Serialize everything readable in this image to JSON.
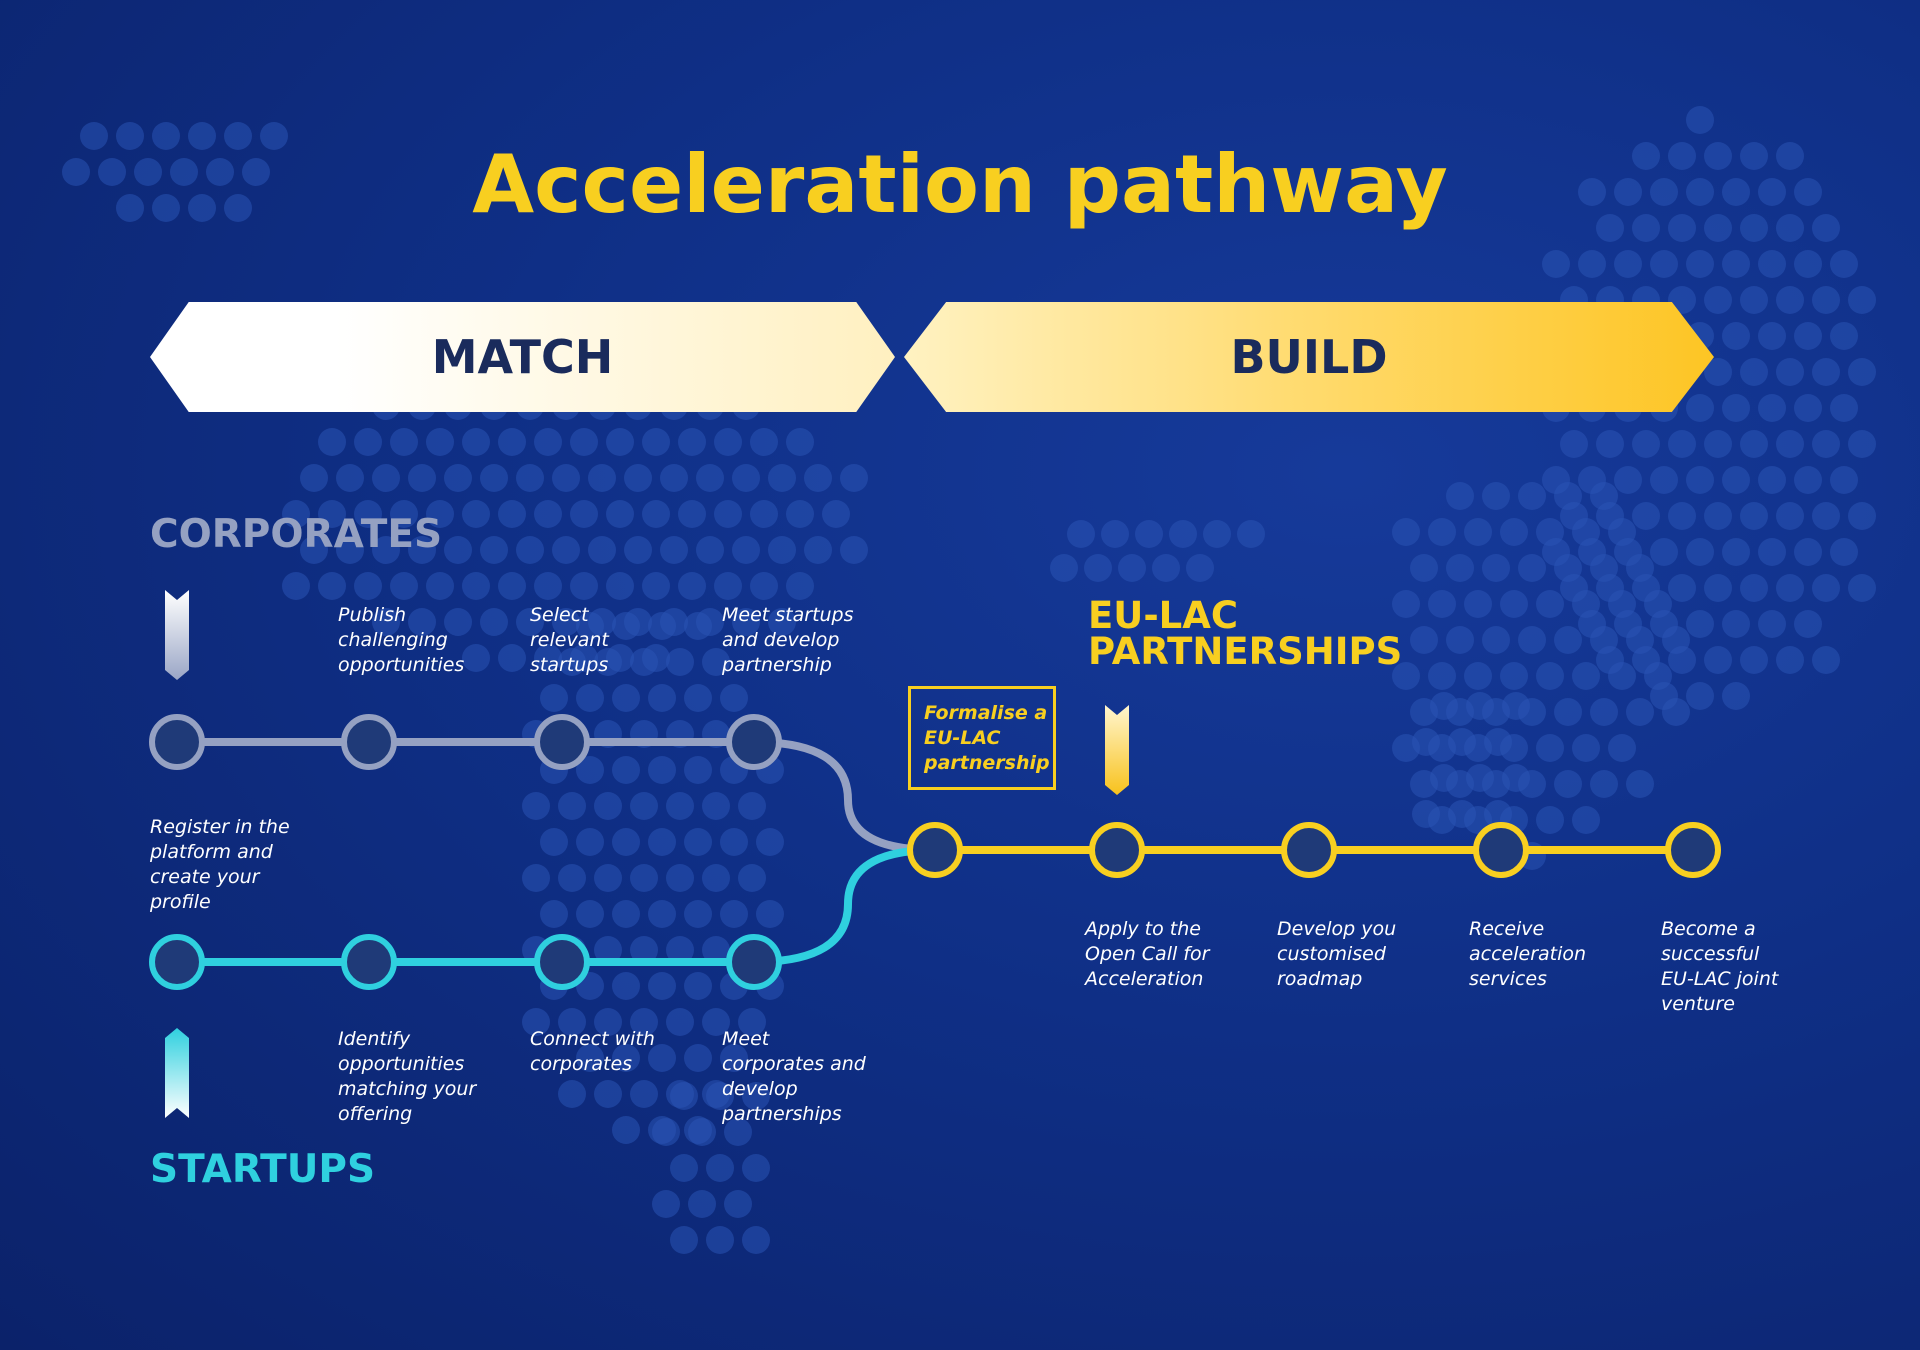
{
  "title": "Acceleration pathway",
  "phases": {
    "match": "MATCH",
    "build": "BUILD"
  },
  "groups": {
    "corporates": "CORPORATES",
    "startups": "STARTUPS",
    "eulac": "EU-LAC PARTNERSHIPS"
  },
  "formalise": "Formalise a EU-LAC partnership",
  "corporates_steps": [
    "Register in the platform and create your profile",
    "Publish challenging opportunities",
    "Select relevant startups",
    "Meet startups and develop partnership"
  ],
  "startups_steps": [
    "",
    "Identify opportunities matching your offering",
    "Connect with corporates",
    "Meet corporates and develop partnerships"
  ],
  "build_steps": [
    "Apply to the Open Call for Acceleration",
    "Develop you customised roadmap",
    "Receive acceleration services",
    "Become a successful EU-LAC joint venture"
  ],
  "colors": {
    "background": "#0f2f86",
    "accent_yellow": "#f8cf20",
    "corporates_gray": "#95a1c2",
    "startups_cyan": "#2fd0df",
    "node_fill": "#1f3a78"
  }
}
